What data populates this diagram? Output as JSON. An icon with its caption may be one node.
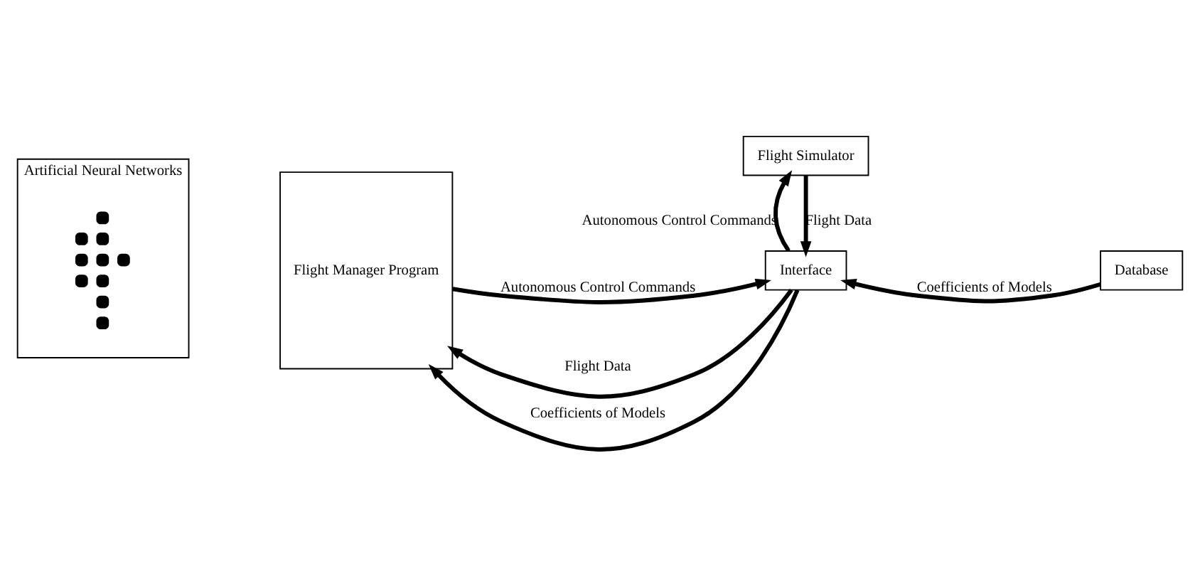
{
  "diagram": {
    "nodes": [
      {
        "text": [
          "Flight Simulator"
        ]
      },
      {
        "text": [
          "Artificial Neural Networks"
        ]
      },
      {
        "text": [],
        "shape": "picture",
        "in": 1
      },
      {
        "text": [
          "Flight Manager Program"
        ]
      },
      {
        "text": [
          "Interface"
        ]
      },
      {
        "text": [
          "Database"
        ]
      }
    ],
    "edges": [
      {
        "from": 0,
        "to": 4,
        "arrow": "to",
        "label": "Flight Data"
      },
      {
        "from": 4,
        "to": 0,
        "arrow": "to",
        "label": "Autonomous Control Commands"
      },
      {
        "from": 4,
        "to": 3,
        "arrow": "to",
        "label": "Flight Data"
      },
      {
        "from": 4,
        "to": 3,
        "arrow": "to",
        "label": "Coefficients of Models"
      },
      {
        "from": 3,
        "to": 4,
        "arrow": "to",
        "label": "Autonomous Control Commands"
      },
      {
        "from": 5,
        "to": 4,
        "arrow": "to",
        "label": "Coefficients of Models"
      }
    ]
  }
}
